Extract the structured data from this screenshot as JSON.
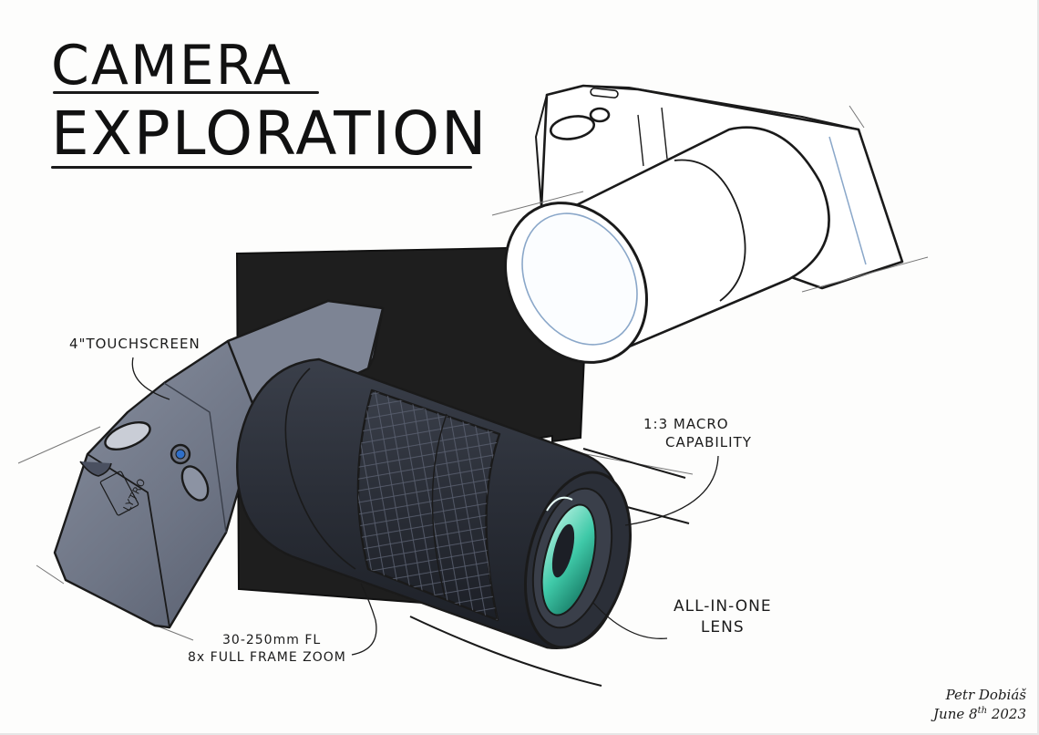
{
  "title": {
    "line1": "CAMERA",
    "line2": "EXPLORATION"
  },
  "callouts": {
    "touchscreen": "4\"TOUCHSCREEN",
    "macro_line1": "1:3 MACRO",
    "macro_line2": "CAPABILITY",
    "lens_line1": "ALL-IN-ONE",
    "lens_line2": "LENS",
    "zoom_line1": "30-250mm FL",
    "zoom_line2": "8x  FULL FRAME ZOOM"
  },
  "brand_label": "LYTRO",
  "signature": {
    "name": "Petr Dobiáš",
    "date_prefix": "June 8",
    "date_suffix": "th",
    "year": "2023"
  },
  "colors": {
    "ink": "#1a1a1a",
    "camera_body": "#6e7585",
    "lens_barrel": "#2b2f38",
    "lens_glass": "#3fc9a8",
    "backdrop": "#1e1e1e",
    "highlight_blue": "#2f6fc9"
  }
}
